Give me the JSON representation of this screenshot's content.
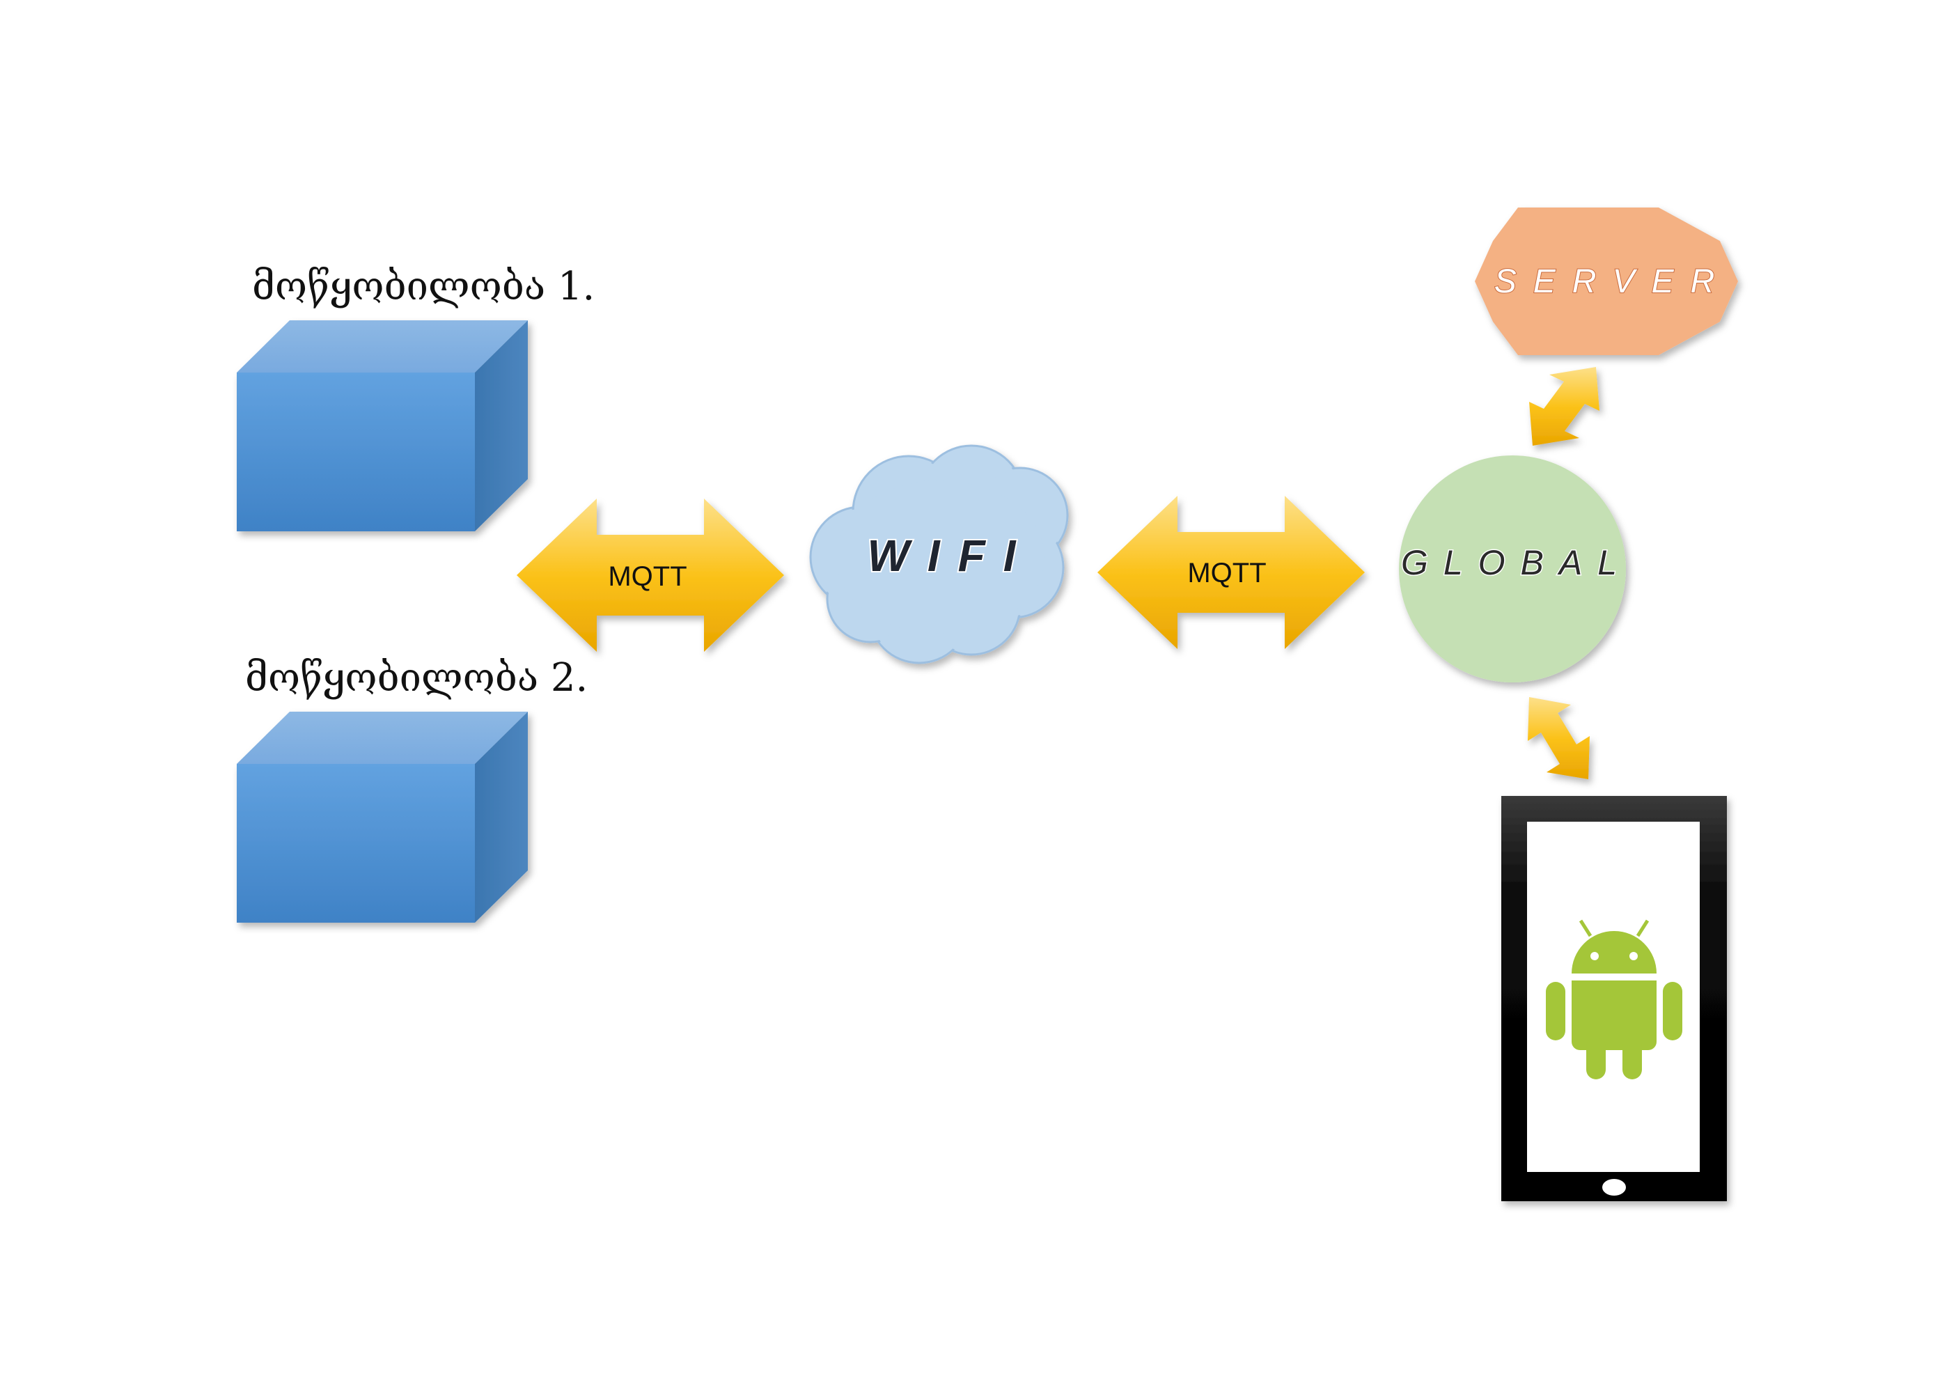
{
  "devices": [
    {
      "label": "მოწყობილობა 1."
    },
    {
      "label": "მოწყობილობა 2."
    }
  ],
  "links": {
    "device_wifi": "MQTT",
    "wifi_global": "MQTT"
  },
  "nodes": {
    "wifi": "WIFI",
    "global": "GLOBAL",
    "server": "SERVER"
  },
  "colors": {
    "box_front": "#5b9bd5",
    "arrow_fill": "#fbc02d",
    "cloud": "#bdd7ee",
    "global_circle": "#c5e0b4",
    "server_octagon": "#f4b183",
    "android_green": "#a4c639",
    "tablet_frame": "#111111"
  },
  "icons": {
    "phone": "android-tablet-icon",
    "robot": "android-robot-icon"
  }
}
